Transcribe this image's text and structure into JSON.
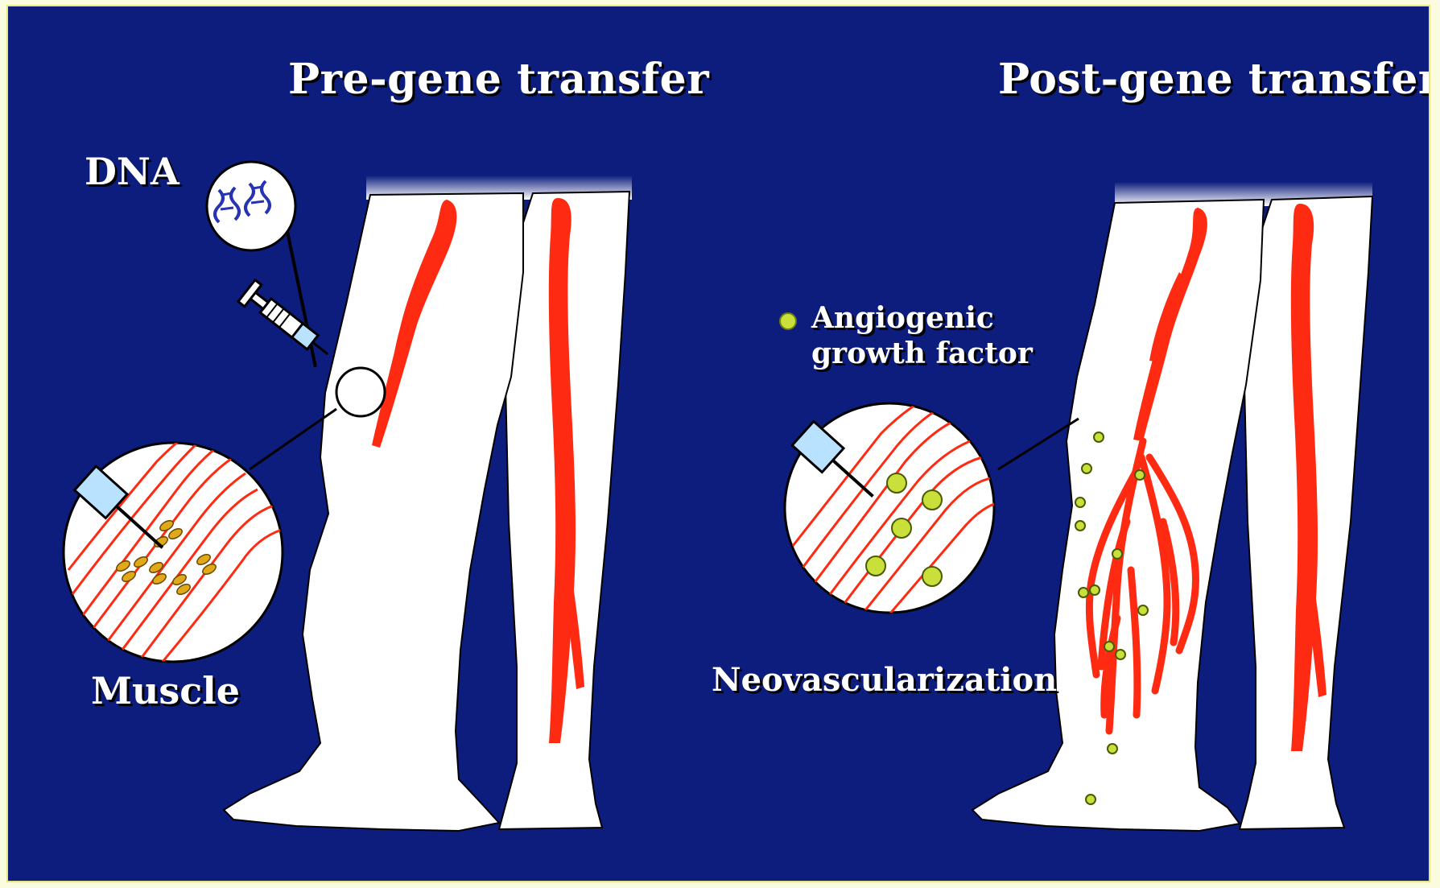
{
  "panels": {
    "left": {
      "title": "Pre-gene transfer",
      "dna_label": "DNA",
      "muscle_label": "Muscle"
    },
    "right": {
      "title": "Post-gene transfer",
      "legend": {
        "line1": "Angiogenic",
        "line2": "growth factor"
      },
      "neo_label": "Neovascularization"
    }
  },
  "colors": {
    "background": "#0d1d7d",
    "border": "#e8e87a",
    "leg": "#ffffff",
    "artery": "#ff2a12",
    "growth_factor": "#c9df3a",
    "dna_particle": "#e0a91a",
    "dna_helix": "#2733b5",
    "syringe": "#b8e2ff"
  },
  "icons": [
    "dna-helix-icon",
    "syringe-icon",
    "magnifier-circle-icon"
  ]
}
